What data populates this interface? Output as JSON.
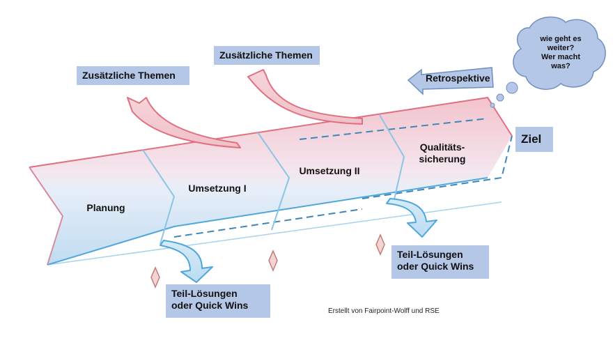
{
  "stages": {
    "planung": "Planung",
    "umsetzung1": "Umsetzung I",
    "umsetzung2": "Umsetzung II",
    "qualitaet": "Qualitäts-\nsicherung"
  },
  "labels": {
    "zusaetzlich_left": "Zusätzliche Themen",
    "zusaetzlich_right": "Zusätzliche Themen",
    "retrospektive": "Retrospektive",
    "ziel": "Ziel",
    "teil_bottom_left": "Teil-Lösungen\noder Quick Wins",
    "teil_bottom_right": "Teil-Lösungen\noder Quick Wins"
  },
  "cloud": {
    "text": "wie geht es\nweiter?\nWer macht\nwas?"
  },
  "credit": "Erstellt von Fairpoint-Wolff und RSE",
  "colors": {
    "red": "#e0707f",
    "blue": "#4fa7d9",
    "box": "#b4c7e7",
    "cloud": "#b4c7e7",
    "diamond": "#cc8a8a"
  }
}
